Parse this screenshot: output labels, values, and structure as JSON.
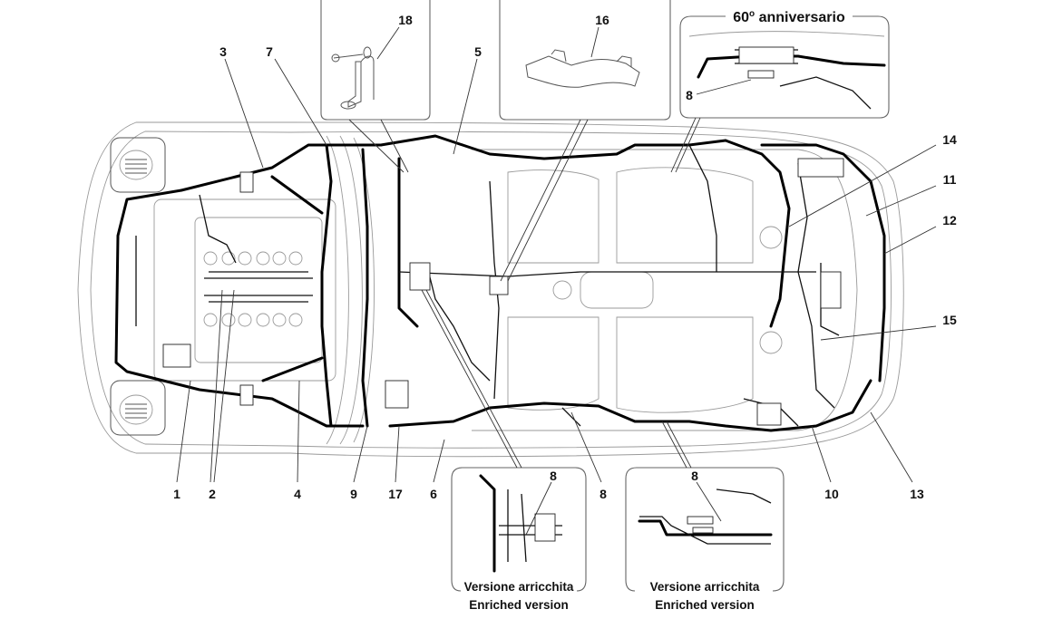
{
  "diagram": {
    "title": "Electrical harness layout (top view)",
    "callouts": [
      {
        "id": "c1",
        "label": "1"
      },
      {
        "id": "c2",
        "label": "2"
      },
      {
        "id": "c3",
        "label": "3"
      },
      {
        "id": "c4",
        "label": "4"
      },
      {
        "id": "c5",
        "label": "5"
      },
      {
        "id": "c6",
        "label": "6"
      },
      {
        "id": "c7",
        "label": "7"
      },
      {
        "id": "c8a",
        "label": "8"
      },
      {
        "id": "c9",
        "label": "9"
      },
      {
        "id": "c10",
        "label": "10"
      },
      {
        "id": "c11",
        "label": "11"
      },
      {
        "id": "c12",
        "label": "12"
      },
      {
        "id": "c13",
        "label": "13"
      },
      {
        "id": "c14",
        "label": "14"
      },
      {
        "id": "c15",
        "label": "15"
      },
      {
        "id": "c17",
        "label": "17"
      }
    ],
    "insets": {
      "bracket": {
        "callout": "18"
      },
      "cover": {
        "callout": "16"
      },
      "anniversary": {
        "title": "60° anniversario",
        "title_main": "60",
        "title_sup": "o",
        "title_rest": " anniversario",
        "callout": "8"
      },
      "enriched_left": {
        "callout": "8",
        "caption_it": "Versione arricchita",
        "caption_en": "Enriched version"
      },
      "enriched_right": {
        "callout": "8",
        "caption_it": "Versione arricchita",
        "caption_en": "Enriched version"
      }
    }
  }
}
